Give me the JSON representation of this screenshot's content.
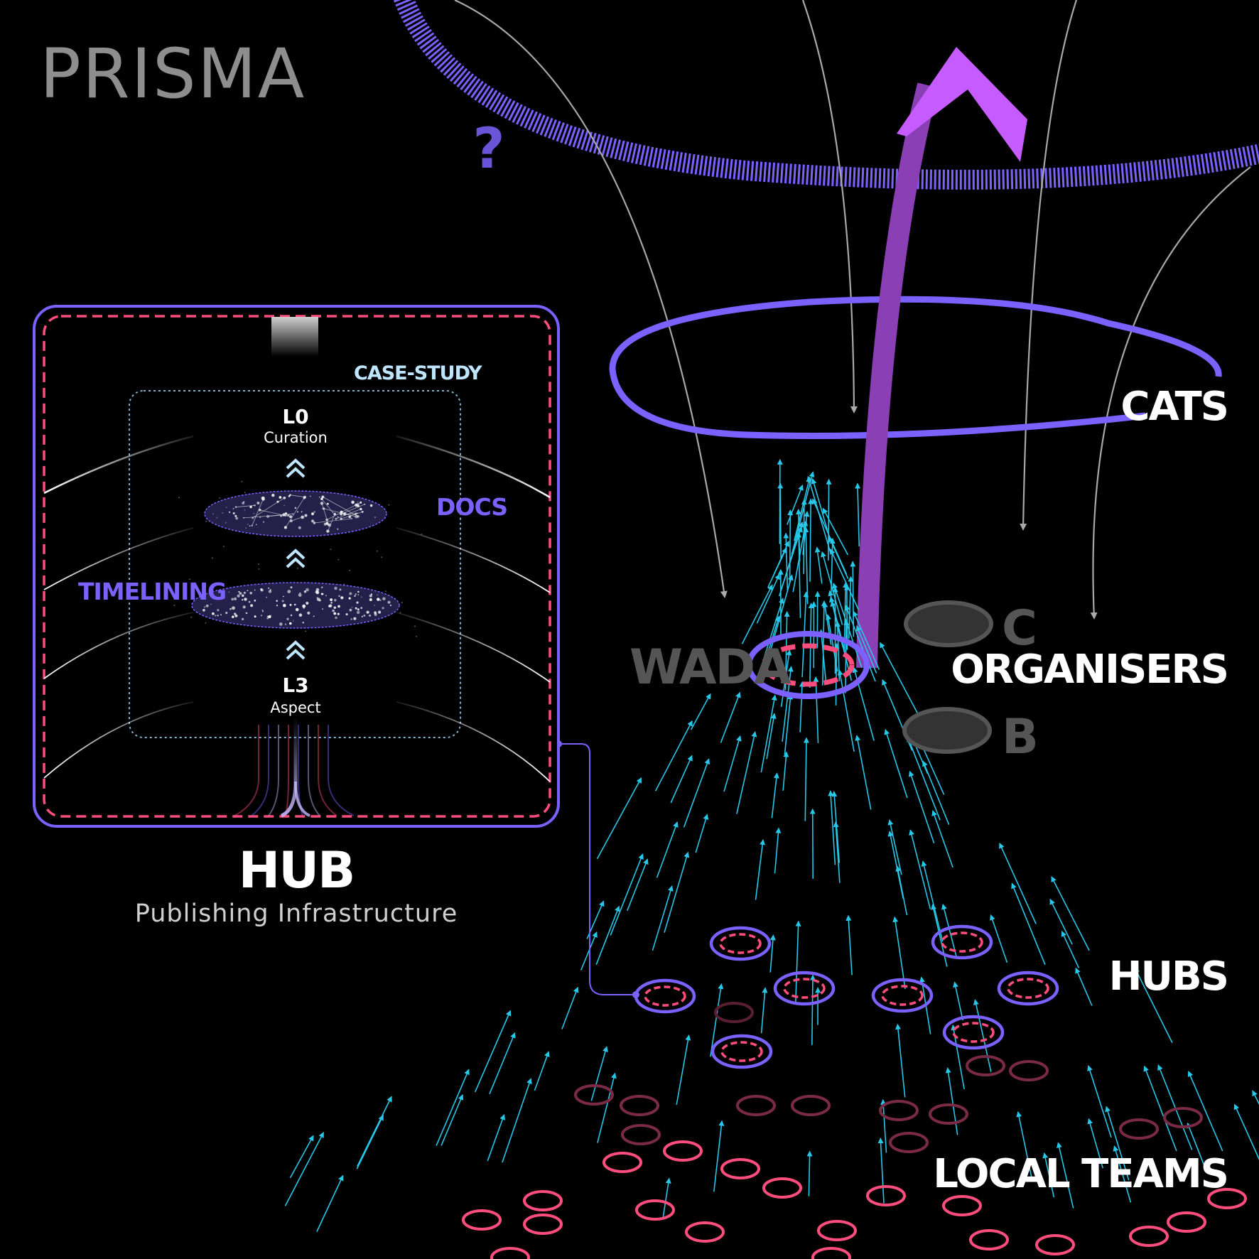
{
  "brand": {
    "logo_text": "PRISMA"
  },
  "colors": {
    "background": "#000000",
    "purple": "#7b61ff",
    "magenta": "#c65cff",
    "pink": "#ff4d7d",
    "cyan": "#27c7e8",
    "grey": "#9a9a9a",
    "dark_grey": "#555555",
    "white": "#ffffff",
    "light_blue": "#bfe6ff"
  },
  "question_mark": "?",
  "levels": {
    "cats": "CATS",
    "organisers": "ORGANISERS",
    "hubs": "HUBS",
    "local_teams": "LOCAL TEAMS"
  },
  "nodes": {
    "wada": "WADA",
    "c": "C",
    "b": "B"
  },
  "hub_panel": {
    "case_study": "CASE-STUDY",
    "docs": "DOCS",
    "timelining": "TIMELINING",
    "top_level": {
      "code": "L0",
      "name": "Curation"
    },
    "bottom_level": {
      "code": "L3",
      "name": "Aspect"
    },
    "title": "HUB",
    "subtitle": "Publishing Infrastructure"
  }
}
